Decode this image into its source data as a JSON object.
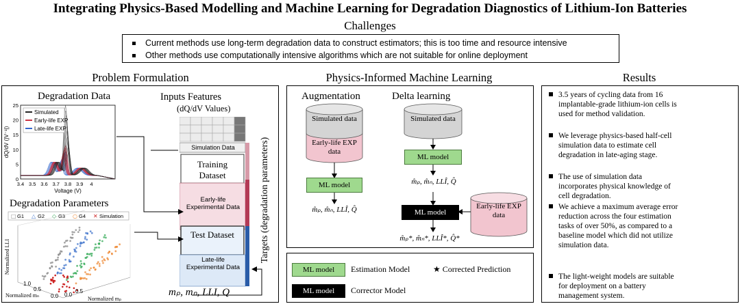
{
  "header": {
    "title": "Integrating Physics-Based Modelling and Machine Learning for Degradation Diagnostics of Lithium-Ion Batteries",
    "subtitle": "Challenges"
  },
  "challenges": [
    "Current methods use long-term degradation data to construct estimators; this is too time and resource intensive",
    "Other methods use computationally intensive algorithms which are not suitable for online deployment"
  ],
  "problem": {
    "heading": "Problem Formulation",
    "degradation_data_label": "Degradation Data",
    "degradation_params_label": "Degradation Parameters",
    "inputs_label": "Inputs Features",
    "inputs_sub": "(dQ/dV Values)",
    "simulation_data": "Simulation Data",
    "training_dataset": "Training Dataset",
    "early_exp": "Early-life Experimental Data",
    "test_dataset": "Test Dataset",
    "late_exp": "Late-life Experimental Data",
    "targets_label": "Targets (degradation parameters)",
    "targets_formula": "mₚ, mₙ, LLI, Q"
  },
  "chart_data": [
    {
      "type": "line",
      "xlabel": "Voltage (V)",
      "ylabel": "dQ/dV (|V⁻¹|)",
      "xlim": [
        3.4,
        4.2
      ],
      "ylim": [
        0,
        25
      ],
      "x_ticks": [
        "3.4",
        "3.5",
        "3.6",
        "3.7",
        "3.8",
        "3.9",
        "4"
      ],
      "y_ticks": [
        "0",
        "5",
        "10",
        "15",
        "20",
        "25"
      ],
      "legend": [
        "Simulated",
        "Early-life EXP",
        "Late-life EXP"
      ],
      "legend_position": "top-left",
      "series_colors": [
        "#222222",
        "#cc3344",
        "#3366cc"
      ],
      "peaks": [
        {
          "series": "Simulated",
          "x": 3.78,
          "y": 24
        },
        {
          "series": "Early-life EXP",
          "x": 3.78,
          "y": 10
        },
        {
          "series": "Late-life EXP",
          "x": 3.78,
          "y": 8
        }
      ]
    },
    {
      "type": "scatter",
      "legend": [
        "G1",
        "G2",
        "G3",
        "G4",
        "Simulation"
      ],
      "legend_position": "top",
      "series_colors": [
        "#888888",
        "#4477cc",
        "#33aa55",
        "#ee8833",
        "#cc2222"
      ],
      "xlabel": "Normalized mₚ",
      "ylabel": "Normalized mₙ",
      "zlabel": "Normalized LLI",
      "x_ticks": [
        "0.0",
        "0.5",
        "1.0"
      ],
      "y_ticks": [
        "0.0",
        "0.5",
        "1.0"
      ]
    }
  ],
  "piml": {
    "heading": "Physics-Informed Machine Learning",
    "augmentation": "Augmentation",
    "delta": "Delta learning",
    "sim_data": "Simulated data",
    "early_exp": "Early-life EXP data",
    "ml_model": "ML model",
    "output1": "m̂ₚ, m̂ₙ, LLÎ, Q̂",
    "output2": "m̂ₚ, m̂ₙ, LLÎ, Q̂",
    "output3": "m̂ₚ*, m̂ₙ*, LLÎ*, Q̂*",
    "legend_estimation": "Estimation Model",
    "legend_corrected": "★ Corrected Prediction",
    "legend_corrector": "Corrector Model"
  },
  "results": {
    "heading": "Results",
    "items": [
      "3.5 years of cycling data from 16 implantable-grade lithium-ion cells is used for method validation.",
      "We leverage physics-based half-cell simulation data to estimate cell degradation in late-aging stage.",
      "The use of simulation data incorporates physical knowledge of cell degradation.",
      "We achieve a maximum average error reduction across the four estimation tasks of over 50%, as compared to a baseline model which did not utilize simulation data.",
      "The light-weight models are suitable for deployment on a battery management system."
    ]
  }
}
